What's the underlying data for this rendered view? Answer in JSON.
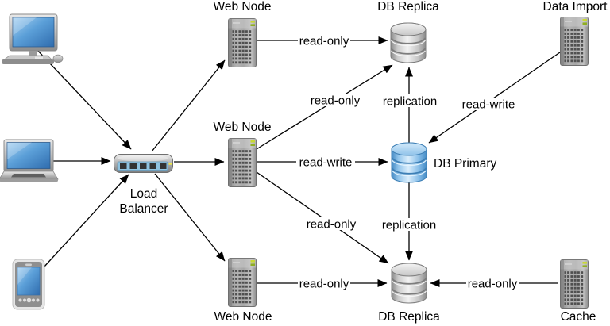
{
  "diagram_title": "",
  "nodes": {
    "desktop_client": {
      "icon": "desktop-computer-icon",
      "label": ""
    },
    "laptop_client": {
      "icon": "laptop-icon",
      "label": ""
    },
    "mobile_client": {
      "icon": "smartphone-icon",
      "label": ""
    },
    "load_balancer": {
      "icon": "load-balancer-switch-icon",
      "label_line1": "Load",
      "label_line2": "Balancer"
    },
    "web_node_top": {
      "icon": "server-tower-icon",
      "label": "Web Node"
    },
    "web_node_middle": {
      "icon": "server-tower-icon",
      "label": "Web Node"
    },
    "web_node_bottom": {
      "icon": "server-tower-icon",
      "label": "Web Node"
    },
    "db_replica_top": {
      "icon": "database-cylinder-icon",
      "label": "DB Replica"
    },
    "db_primary": {
      "icon": "database-cylinder-icon",
      "label": "DB Primary"
    },
    "db_replica_bottom": {
      "icon": "database-cylinder-icon",
      "label": "DB Replica"
    },
    "data_import": {
      "icon": "server-tower-icon",
      "label": "Data Import"
    },
    "cache": {
      "icon": "server-tower-icon",
      "label": "Cache"
    }
  },
  "edges": {
    "web_top_to_replica_top": {
      "label": "read-only"
    },
    "web_mid_to_replica_top": {
      "label": "read-only"
    },
    "web_mid_to_primary": {
      "label": "read-write"
    },
    "web_mid_to_replica_bottom": {
      "label": "read-only"
    },
    "web_bottom_to_replica_bottom": {
      "label": "read-only"
    },
    "primary_to_replica_top": {
      "label": "replication"
    },
    "primary_to_replica_bottom": {
      "label": "replication"
    },
    "data_import_to_primary": {
      "label": "read-write"
    },
    "cache_to_replica_bottom": {
      "label": "read-only"
    }
  },
  "colors": {
    "background": "#ffffff",
    "line": "#000000",
    "screen_blue": "#4d94d0",
    "db_primary_blue": "#93c6ec",
    "db_replica_gray": "#d8d8d8",
    "server_gray": "#a6a6a6",
    "led_green": "#c9d834",
    "led_yellow": "#ece84a",
    "port_strip_blue": "#8fc3e0"
  }
}
